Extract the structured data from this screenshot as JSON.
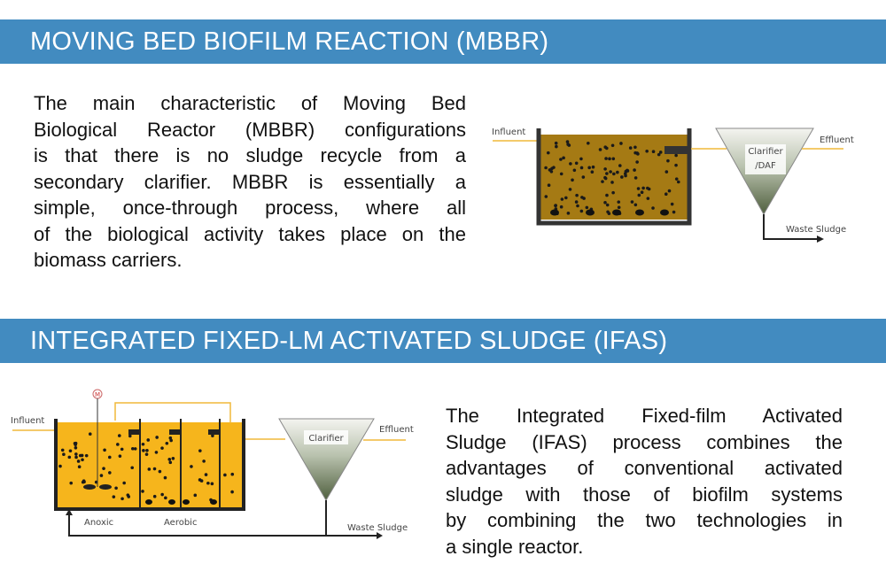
{
  "section1": {
    "title": "MOVING BED BIOFILM REACTION (MBBR)",
    "text_lines": [
      "The main characteristic of Moving Bed",
      "Biological Reactor (MBBR) configurations",
      "is that there is no sludge recycle from a",
      "secondary clarifier. MBBR is essentially a",
      "simple, once-through process, where all",
      "of the biological activity takes place on the",
      "biomass carriers."
    ],
    "diagram": {
      "influent": "Influent",
      "effluent": "Effluent",
      "clarifier_line1": "Clarifier",
      "clarifier_line2": "/DAF",
      "waste": "Waste Sludge"
    }
  },
  "section2": {
    "title": "INTEGRATED FIXED-LM ACTIVATED SLUDGE (IFAS)",
    "text_lines": [
      "The Integrated Fixed-film Activated",
      "Sludge (IFAS) process combines the",
      "advantages of conventional activated",
      "sludge with those of biofilm systems",
      "by combining the two technologies in",
      "a single reactor."
    ],
    "diagram": {
      "influent": "Influent",
      "effluent": "Effluent",
      "clarifier": "Clarifier",
      "waste": "Waste Sludge",
      "anoxic": "Anoxic",
      "aerobic": "Aerobic",
      "motor": "M"
    }
  },
  "colors": {
    "header": "#428bc0",
    "mbbr_tank": "#a57a14",
    "ifas_tank": "#f6b51c",
    "flow_line": "#f0b93a"
  }
}
